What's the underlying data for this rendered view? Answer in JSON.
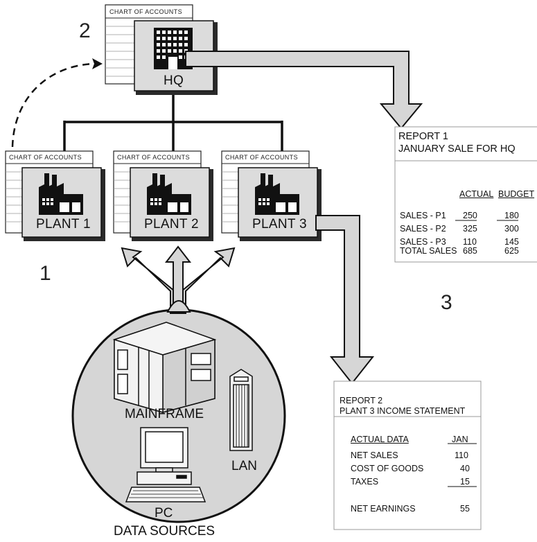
{
  "hq": {
    "label": "HQ",
    "chart_of_accounts": "CHART OF ACCOUNTS",
    "step": "2"
  },
  "plants": [
    {
      "label": "PLANT 1",
      "chart_of_accounts": "CHART OF ACCOUNTS"
    },
    {
      "label": "PLANT 2",
      "chart_of_accounts": "CHART OF ACCOUNTS"
    },
    {
      "label": "PLANT 3",
      "chart_of_accounts": "CHART OF ACCOUNTS"
    }
  ],
  "plants_step": "1",
  "report1_step": "3",
  "data_sources": {
    "title": "DATA SOURCES",
    "mainframe": "MAINFRAME",
    "lan": "LAN",
    "pc": "PC"
  },
  "report1": {
    "title1": "REPORT 1",
    "title2": "JANUARY SALE FOR HQ",
    "col_actual": "ACTUAL",
    "col_budget": "BUDGET",
    "rows": [
      {
        "label": "SALES - P1",
        "actual": "250",
        "budget": "180"
      },
      {
        "label": "SALES - P2",
        "actual": "325",
        "budget": "300"
      },
      {
        "label": "SALES - P3",
        "actual": "110",
        "budget": "145"
      }
    ],
    "total": {
      "label": "TOTAL SALES",
      "actual": "685",
      "budget": "625"
    }
  },
  "report2": {
    "title1": "REPORT 2",
    "title2": "PLANT  3  INCOME STATEMENT",
    "col_label": "ACTUAL DATA",
    "col_month": "JAN",
    "rows": [
      {
        "label": "NET SALES",
        "value": "110"
      },
      {
        "label": "COST OF GOODS",
        "value": "40"
      },
      {
        "label": "TAXES",
        "value": "15"
      }
    ],
    "total": {
      "label": "NET EARNINGS",
      "value": "55"
    }
  }
}
